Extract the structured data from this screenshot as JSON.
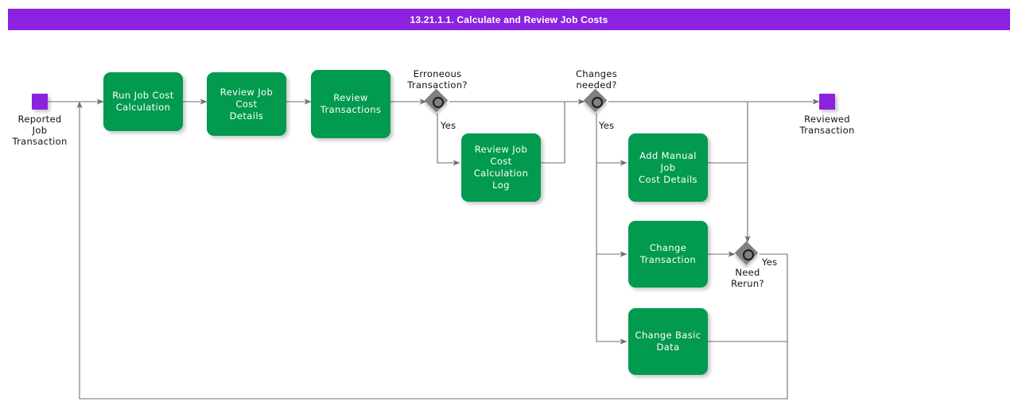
{
  "diagram": {
    "title": "13.21.1.1. Calculate and Review Job Costs",
    "type": "bpmn-process-flow",
    "colors": {
      "title_bar": "#8A22E0",
      "event": "#8A22E0",
      "task": "#029A4E",
      "gateway": "#808080",
      "flow_line": "#6E6E6E",
      "task_text": "#FFFFFF",
      "label_text": "#111111",
      "background": "#FFFFFF"
    }
  },
  "events": [
    {
      "id": "start",
      "name": "Reported Job Transaction",
      "label_lines": [
        "Reported",
        "Job",
        "Transaction"
      ]
    },
    {
      "id": "end",
      "name": "Reviewed Transaction",
      "label_lines": [
        "Reviewed",
        "Transaction"
      ]
    }
  ],
  "tasks": [
    {
      "id": "t1",
      "name": "Run Job Cost Calculation",
      "label_lines": [
        "Run Job Cost",
        "Calculation"
      ]
    },
    {
      "id": "t2",
      "name": "Review Job Cost Details",
      "label_lines": [
        "Review Job Cost",
        "Details"
      ]
    },
    {
      "id": "t3",
      "name": "Review Transactions",
      "label_lines": [
        "Review",
        "Transactions"
      ]
    },
    {
      "id": "t4",
      "name": "Review Job Cost Calculation Log",
      "label_lines": [
        "Review Job Cost",
        "Calculation Log"
      ]
    },
    {
      "id": "t5",
      "name": "Add Manual Job Cost Details",
      "label_lines": [
        "Add Manual Job",
        "Cost Details"
      ]
    },
    {
      "id": "t6",
      "name": "Change Transaction",
      "label_lines": [
        "Change",
        "Transaction"
      ]
    },
    {
      "id": "t7",
      "name": "Change Basic Data",
      "label_lines": [
        "Change Basic",
        "Data"
      ]
    }
  ],
  "gateways": [
    {
      "id": "g1",
      "name": "Erroneous Transaction?",
      "label_lines": [
        "Erroneous",
        "Transaction?"
      ],
      "branch_label": "Yes"
    },
    {
      "id": "g2",
      "name": "Changes needed?",
      "label_lines": [
        "Changes",
        "needed?"
      ],
      "branch_label": "Yes"
    },
    {
      "id": "g3",
      "name": "Need Rerun?",
      "label_lines": [
        "Need",
        "Rerun?"
      ],
      "branch_label": "Yes"
    }
  ],
  "edge_labels": {
    "g1_yes": "Yes",
    "g2_yes": "Yes",
    "g3_yes": "Yes"
  }
}
